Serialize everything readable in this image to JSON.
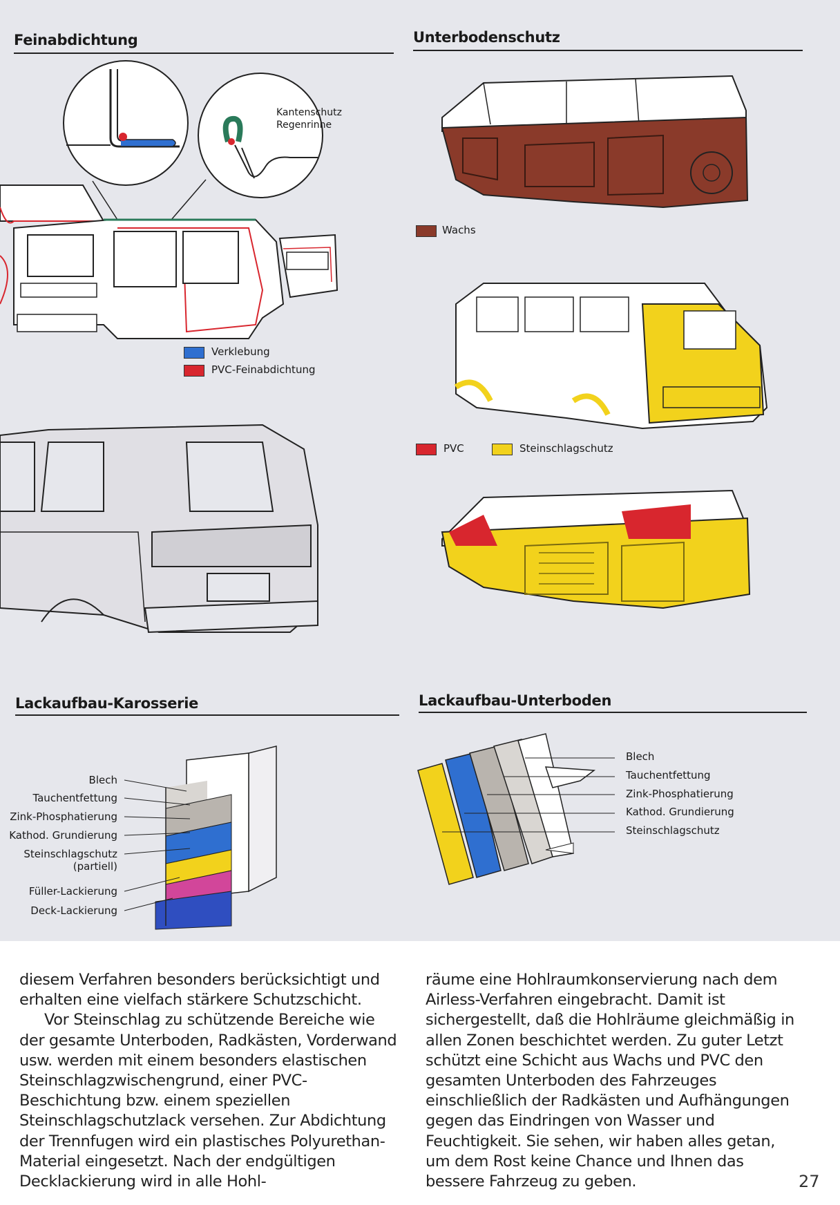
{
  "sections": {
    "feinabdichtung": {
      "title": "Feinabdichtung",
      "callout": "Kantenschutz\nRegenrinne",
      "legend": [
        {
          "label": "Verklebung",
          "color": "#2f6fd0"
        },
        {
          "label": "PVC-Feinabdichtung",
          "color": "#d8262e"
        }
      ]
    },
    "unterbodenschutz": {
      "title": "Unterbodenschutz",
      "legend_wax": {
        "label": "Wachs",
        "color": "#8a3a2a"
      },
      "legend": [
        {
          "label": "PVC",
          "color": "#d8262e"
        },
        {
          "label": "Steinschlagschutz",
          "color": "#f2d21c"
        }
      ]
    },
    "lackaufbau_karosserie": {
      "title": "Lackaufbau-Karosserie",
      "layers": [
        "Blech",
        "Tauchentfettung",
        "Zink-Phosphatierung",
        "Kathod. Grundierung",
        "Steinschlagschutz\n(partiell)",
        "Füller-Lackierung",
        "Deck-Lackierung"
      ]
    },
    "lackaufbau_unterboden": {
      "title": "Lackaufbau-Unterboden",
      "layers": [
        "Blech",
        "Tauchentfettung",
        "Zink-Phosphatierung",
        "Kathod. Grundierung",
        "Steinschlagschutz"
      ]
    }
  },
  "colors": {
    "wax": "#8a3a2a",
    "pvc": "#d8262e",
    "stone": "#f2d21c",
    "blue": "#2f6fd0",
    "pink": "#d2469a",
    "grey": "#b9b4ae",
    "light_grey": "#d9d6d2",
    "panel": "#e6e7ec"
  },
  "body": {
    "left_p1": "diesem Verfahren besonders berücksichtigt und erhalten eine vielfach stärkere Schutzschicht.",
    "left_p2": "Vor Steinschlag zu schützende Bereiche wie der gesamte Unterboden, Radkästen, Vorderwand usw. werden mit einem besonders elastischen Steinschlagzwischengrund, einer PVC-Beschichtung bzw. einem speziellen Steinschlagschutzlack versehen. Zur Abdichtung der Trennfugen wird ein plastisches Polyurethan-Material eingesetzt. Nach der endgültigen Decklackierung wird in alle Hohl-",
    "right_p1": "räume eine Hohlraumkonservierung nach dem Airless-Verfahren eingebracht. Damit ist sichergestellt, daß die Hohlräume gleichmäßig in allen Zonen beschichtet werden. Zu guter Letzt schützt eine Schicht aus Wachs und PVC den gesamten Unterboden des Fahrzeuges einschließlich der Radkästen und Aufhängungen gegen das Eindringen von Wasser und Feuchtigkeit. Sie sehen, wir haben alles getan, um dem Rost keine Chance und Ihnen das bessere Fahrzeug zu geben."
  },
  "page_number": "27"
}
